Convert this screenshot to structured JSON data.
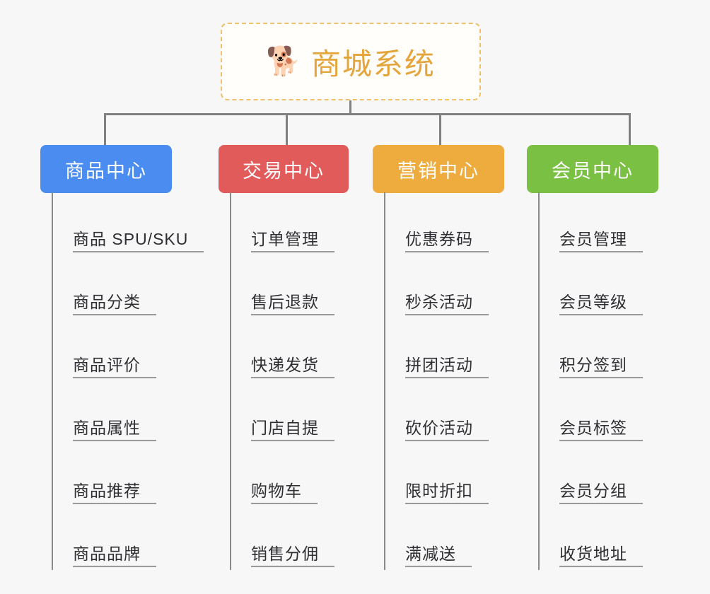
{
  "diagram": {
    "type": "mindmap-org-chart",
    "background_color": "#f7f7f7",
    "connector_color": "#808080"
  },
  "root": {
    "icon": "shiba-dog-face-icon",
    "icon_glyph": "🐕",
    "title": "商城系统",
    "title_color": "#e3a53c",
    "border_color": "#f0c069",
    "background_color": "#fffefb"
  },
  "branches": [
    {
      "label": "商品中心",
      "color": "#4a8cf0",
      "leaves": [
        "商品 SPU/SKU",
        "商品分类",
        "商品评价",
        "商品属性",
        "商品推荐",
        "商品品牌"
      ]
    },
    {
      "label": "交易中心",
      "color": "#e25b5b",
      "leaves": [
        "订单管理",
        "售后退款",
        "快递发货",
        "门店自提",
        "购物车",
        "销售分佣"
      ]
    },
    {
      "label": "营销中心",
      "color": "#eeab3e",
      "leaves": [
        "优惠券码",
        "秒杀活动",
        "拼团活动",
        "砍价活动",
        "限时折扣",
        "满减送"
      ]
    },
    {
      "label": "会员中心",
      "color": "#7ac143",
      "leaves": [
        "会员管理",
        "会员等级",
        "积分签到",
        "会员标签",
        "会员分组",
        "收货地址"
      ]
    }
  ]
}
